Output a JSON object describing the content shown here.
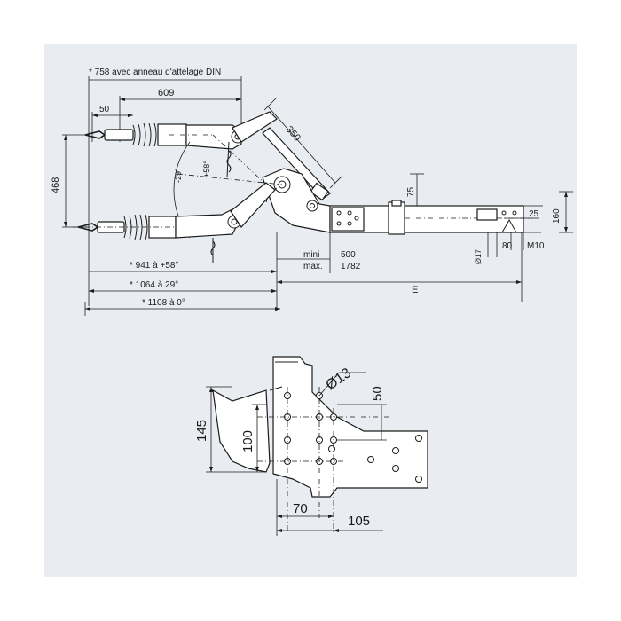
{
  "top_drawing": {
    "note_ring": "* 758 avec anneau d'attelage DIN",
    "dim_609": "609",
    "dim_50": "50",
    "dim_350": "350",
    "dim_468": "468",
    "angle_neg29": "-29°",
    "angle_pos58": "+58°",
    "dim_75": "75",
    "dim_25": "25",
    "dim_160": "160",
    "dim_17": "Ø17",
    "dim_80": "80",
    "dim_m10": "M10",
    "mini_label": "mini",
    "mini_value": "500",
    "max_label": "max.",
    "max_value": "1782",
    "len_941": "* 941 à +58°",
    "len_1064": "* 1064 à 29°",
    "len_1108": "* 1108 à 0°",
    "dim_e": "E"
  },
  "bottom_drawing": {
    "dim_d13": "Ø13",
    "dim_50": "50",
    "dim_145": "145",
    "dim_100": "100",
    "dim_70": "70",
    "dim_105": "105"
  }
}
